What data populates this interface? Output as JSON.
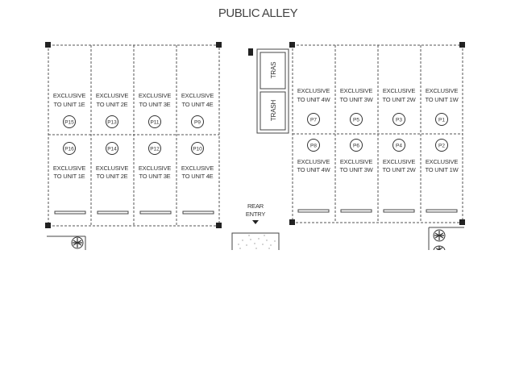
{
  "title": "PUBLIC ALLEY",
  "rear_entry": [
    "REAR",
    "ENTRY"
  ],
  "trash_labels": [
    "TRAS",
    "TRASH"
  ],
  "spaces": [
    {
      "unit": [
        "EXCLUSIVE",
        "TO UNIT 1E"
      ],
      "num": "P15"
    },
    {
      "unit": [
        "EXCLUSIVE",
        "TO UNIT 2E"
      ],
      "num": "P13"
    },
    {
      "unit": [
        "EXCLUSIVE",
        "TO UNIT 3E"
      ],
      "num": "P11"
    },
    {
      "unit": [
        "EXCLUSIVE",
        "TO UNIT 4E"
      ],
      "num": "P9"
    },
    {
      "unit": [
        "EXCLUSIVE",
        "TO UNIT 1E"
      ],
      "num": "P16"
    },
    {
      "unit": [
        "EXCLUSIVE",
        "TO UNIT 2E"
      ],
      "num": "P14"
    },
    {
      "unit": [
        "EXCLUSIVE",
        "TO UNIT 3E"
      ],
      "num": "P12"
    },
    {
      "unit": [
        "EXCLUSIVE",
        "TO UNIT 4E"
      ],
      "num": "P10"
    },
    {
      "unit": [
        "EXCLUSIVE",
        "TO UNIT 4W"
      ],
      "num": "P7"
    },
    {
      "unit": [
        "EXCLUSIVE",
        "TO UNIT 3W"
      ],
      "num": "P5"
    },
    {
      "unit": [
        "EXCLUSIVE",
        "TO UNIT 2W"
      ],
      "num": "P3"
    },
    {
      "unit": [
        "EXCLUSIVE",
        "TO UNIT 1W"
      ],
      "num": "P1"
    },
    {
      "unit": [
        "EXCLUSIVE",
        "TO UNIT 4W"
      ],
      "num": "P8"
    },
    {
      "unit": [
        "EXCLUSIVE",
        "TO UNIT 3W"
      ],
      "num": "P6"
    },
    {
      "unit": [
        "EXCLUSIVE",
        "TO UNIT 2W"
      ],
      "num": "P4"
    },
    {
      "unit": [
        "EXCLUSIVE",
        "TO UNIT 1W"
      ],
      "num": "P2"
    }
  ],
  "colors": {
    "line": "#444444",
    "fill": "#ffffff"
  }
}
